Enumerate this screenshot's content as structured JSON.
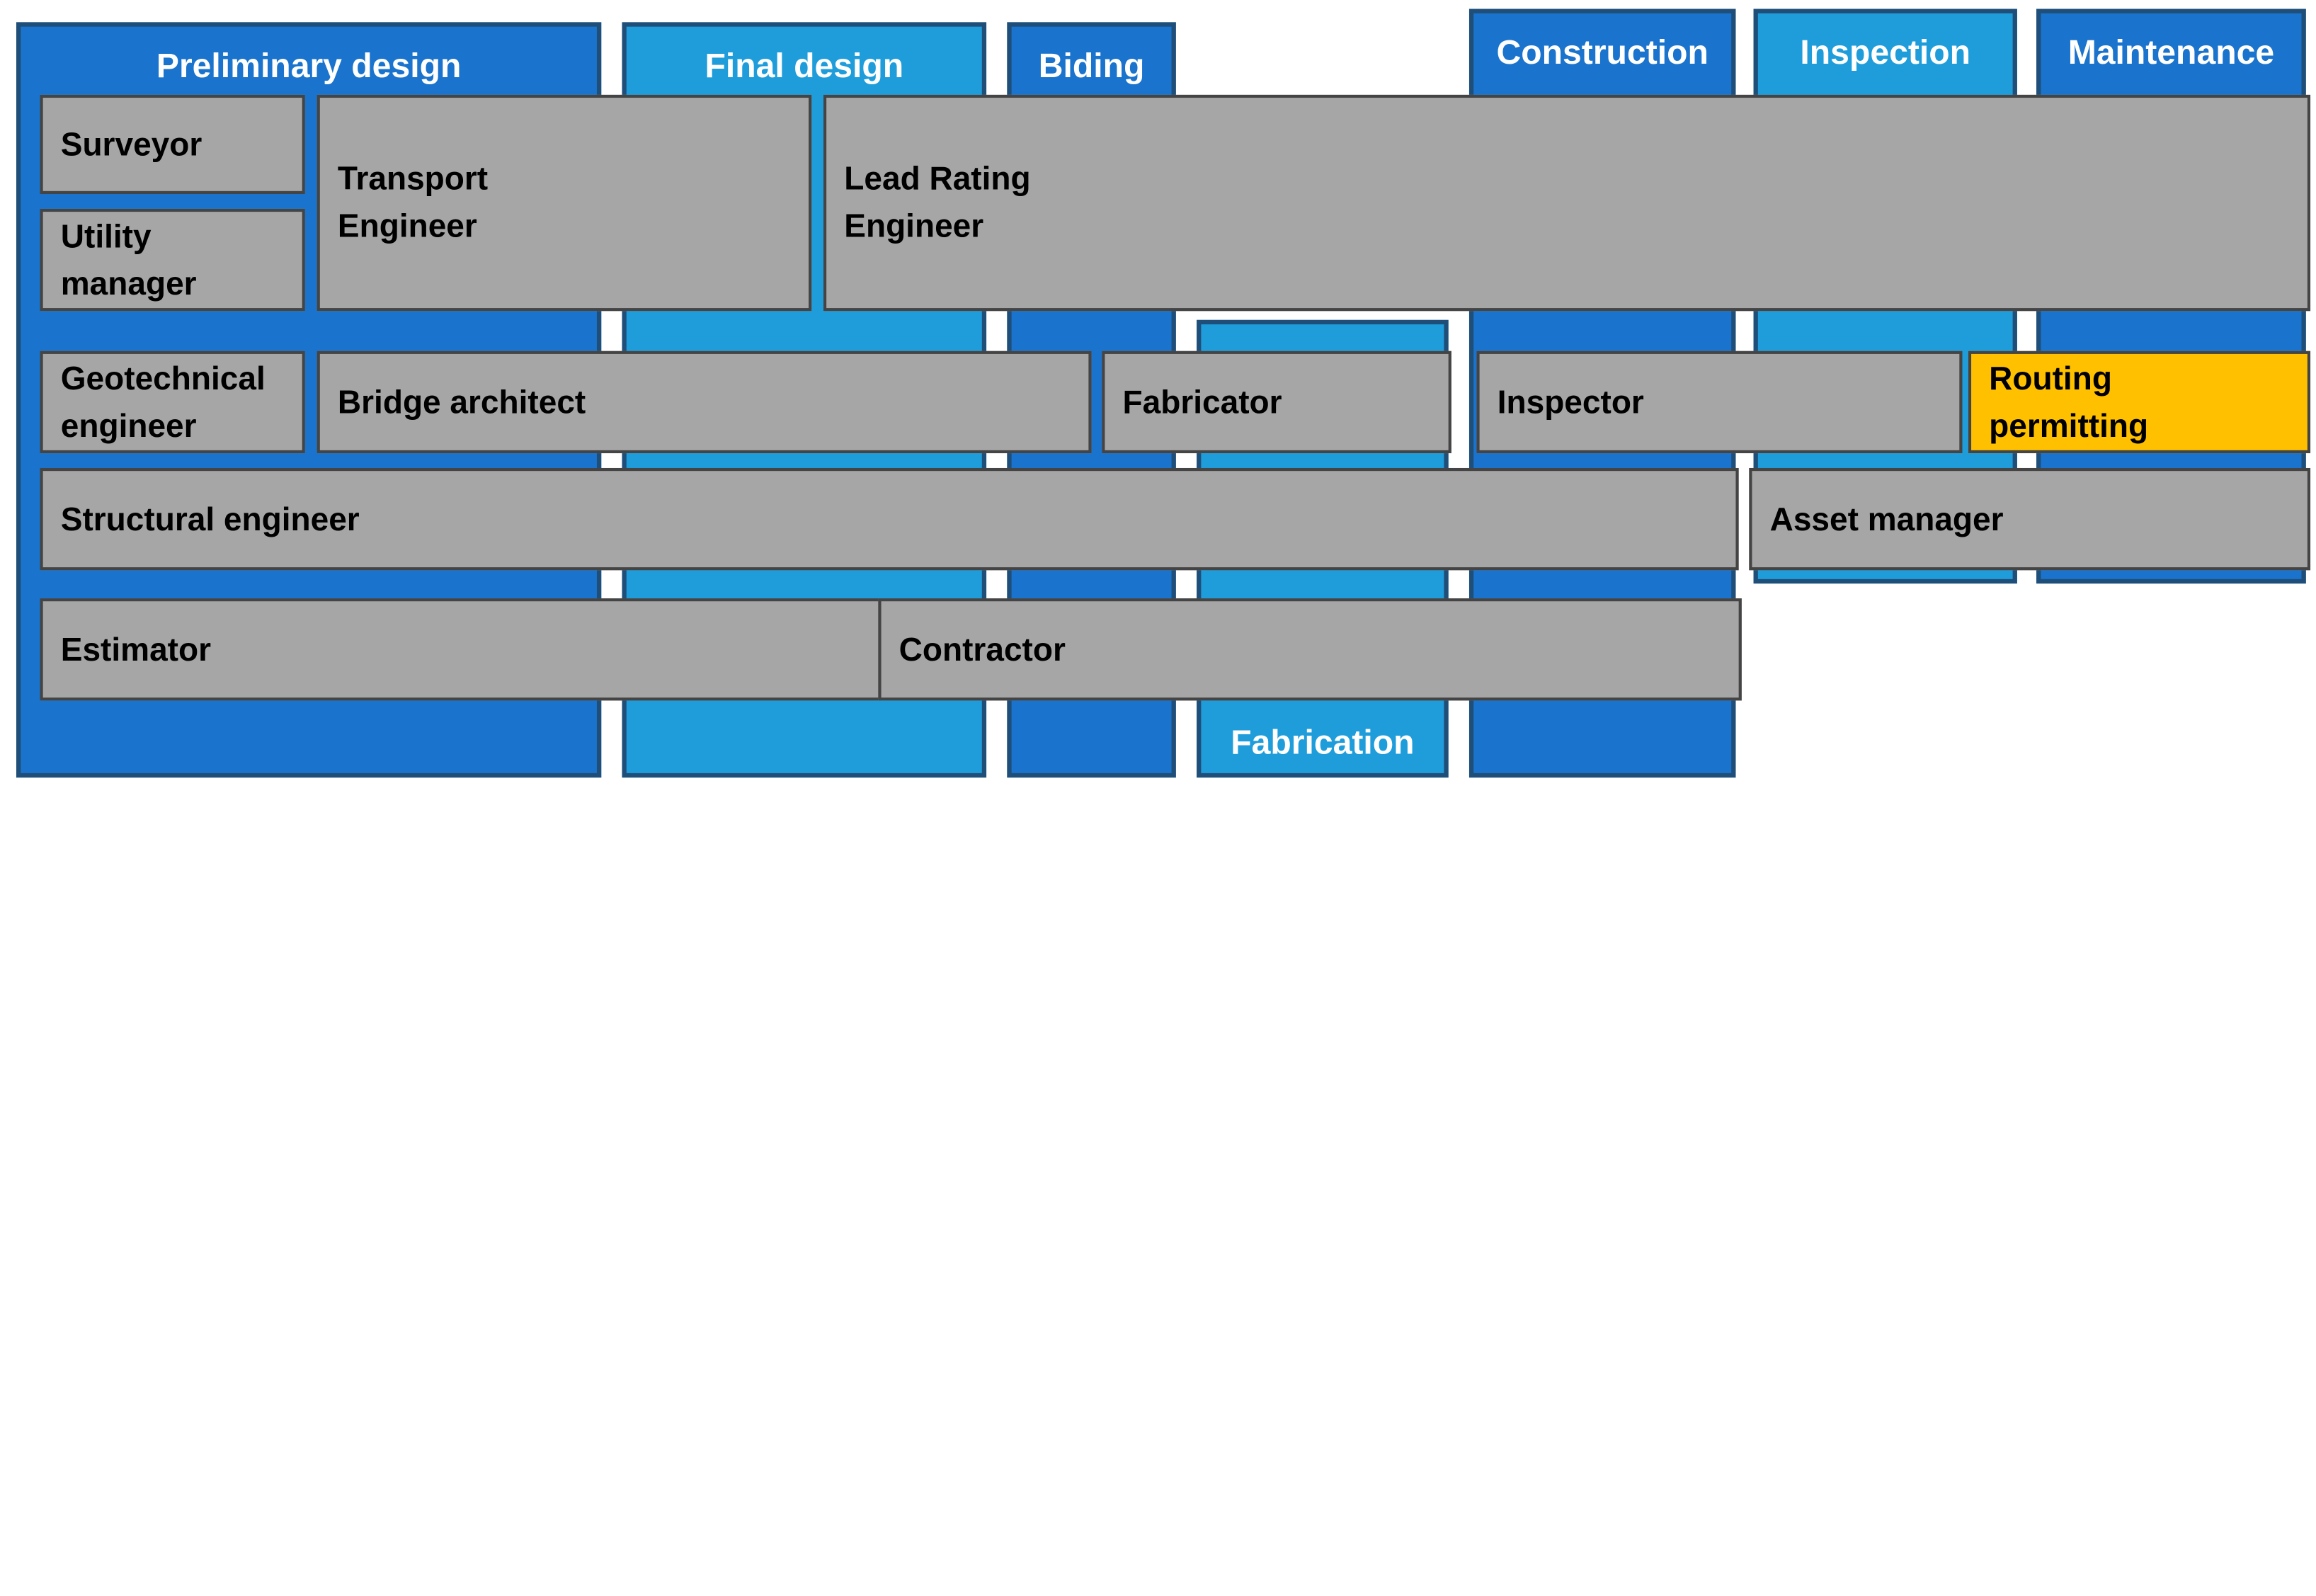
{
  "phases": {
    "preliminary": "Preliminary design",
    "final": "Final design",
    "biding": "Biding",
    "fabrication": "Fabrication",
    "construction": "Construction",
    "inspection": "Inspection",
    "maintenance": "Maintenance"
  },
  "roles": {
    "surveyor": "Surveyor",
    "utility_manager": "Utility\nmanager",
    "transport_engineer": "Transport\nEngineer",
    "lead_rating_engineer": "Lead Rating\nEngineer",
    "geotechnical_engineer": "Geotechnical\nengineer",
    "bridge_architect": "Bridge architect",
    "fabricator": "Fabricator",
    "inspector": "Inspector",
    "routing_permitting": "Routing\npermitting",
    "structural_engineer": "Structural engineer",
    "asset_manager": "Asset manager",
    "estimator": "Estimator",
    "contractor": "Contractor"
  },
  "colors": {
    "phase_dark": "#1a73cc",
    "phase_light": "#1f9ddb",
    "phase_border": "#1f4e79",
    "role_fill": "#a6a6a6",
    "role_border": "#444444",
    "highlight_fill": "#ffc000"
  }
}
